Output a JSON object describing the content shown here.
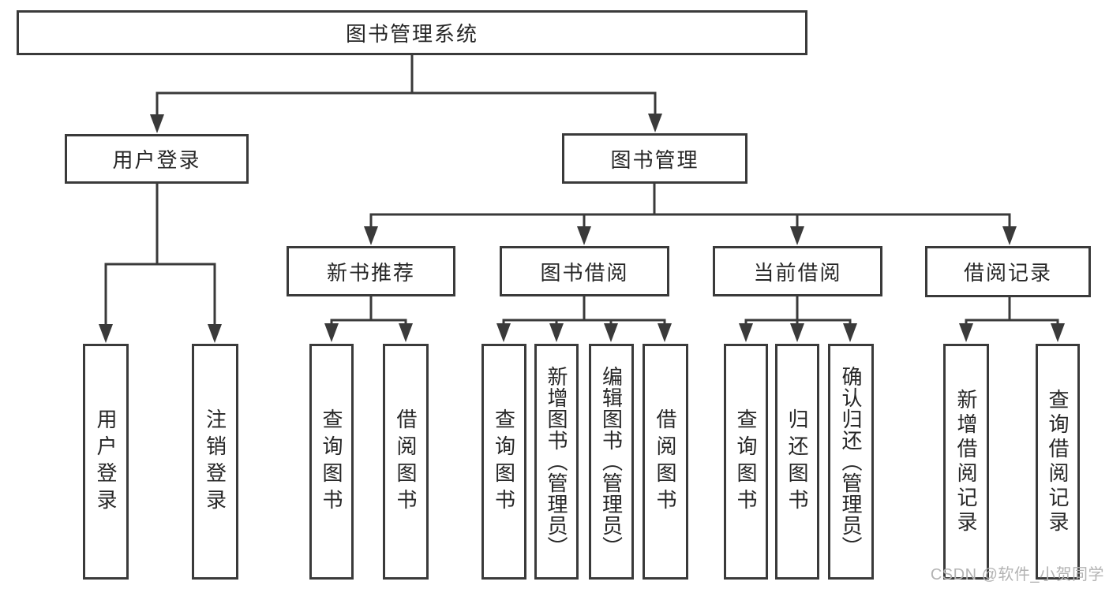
{
  "diagram": {
    "root": {
      "label": "图书管理系统"
    },
    "level2": [
      {
        "label": "用户登录"
      },
      {
        "label": "图书管理"
      }
    ],
    "level3": [
      {
        "label": "新书推荐"
      },
      {
        "label": "图书借阅"
      },
      {
        "label": "当前借阅"
      },
      {
        "label": "借阅记录"
      }
    ],
    "leaves": [
      {
        "label": "用户登录"
      },
      {
        "label": "注销登录"
      },
      {
        "label": "查询图书"
      },
      {
        "label": "借阅图书"
      },
      {
        "label": "查询图书"
      },
      {
        "label": "新增图书（管理员）"
      },
      {
        "label": "编辑图书（管理员）"
      },
      {
        "label": "借阅图书"
      },
      {
        "label": "查询图书"
      },
      {
        "label": "归还图书"
      },
      {
        "label": "确认归还（管理员）"
      },
      {
        "label": "新增借阅记录"
      },
      {
        "label": "查询借阅记录"
      }
    ]
  },
  "watermark": {
    "text": "CSDN @软件_小贺同学"
  },
  "colors": {
    "line": "#3a3a3a",
    "text": "#262626",
    "watermark": "#b3b3b3",
    "background": "#ffffff"
  }
}
